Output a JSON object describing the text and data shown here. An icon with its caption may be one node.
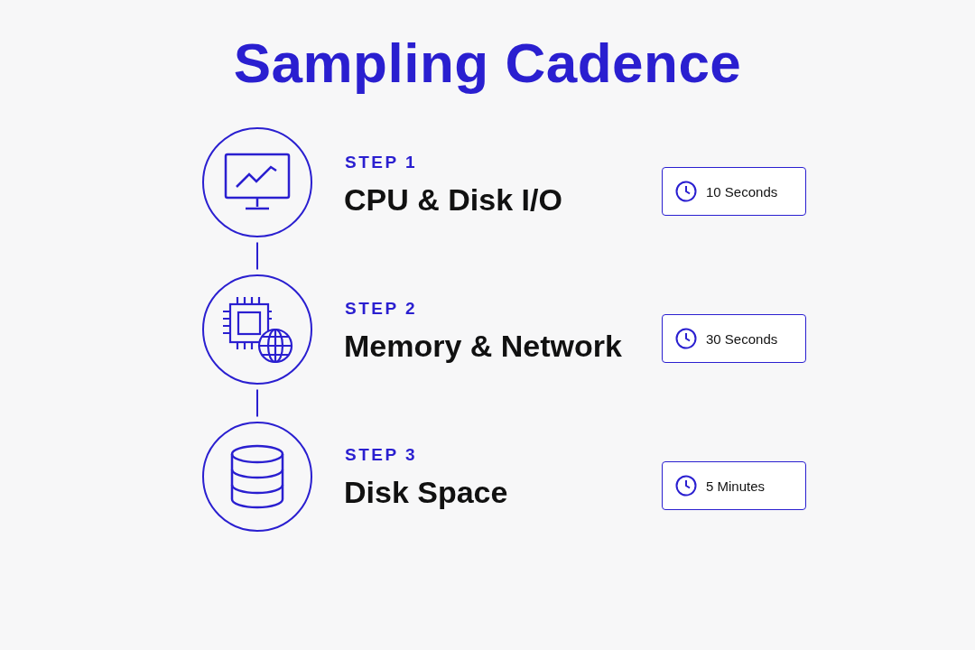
{
  "diagram": {
    "title": "Sampling Cadence",
    "nodes": [
      {
        "text": [],
        "shape": "circle"
      },
      {
        "text": [
          "10 Seconds"
        ]
      },
      {
        "text": [],
        "shape": "circle"
      },
      {
        "text": [
          "30 Seconds"
        ]
      },
      {
        "text": [],
        "shape": "circle"
      },
      {
        "text": [
          "5 Minutes"
        ]
      }
    ],
    "edges": [
      {
        "from": 0,
        "to": 2,
        "arrow": "none"
      },
      {
        "from": 2,
        "to": 4,
        "arrow": "none"
      }
    ],
    "labels": [
      "STEP 1",
      "CPU & Disk I/O",
      "STEP 2",
      "Memory & Network",
      "STEP 3",
      "Disk Space"
    ]
  }
}
